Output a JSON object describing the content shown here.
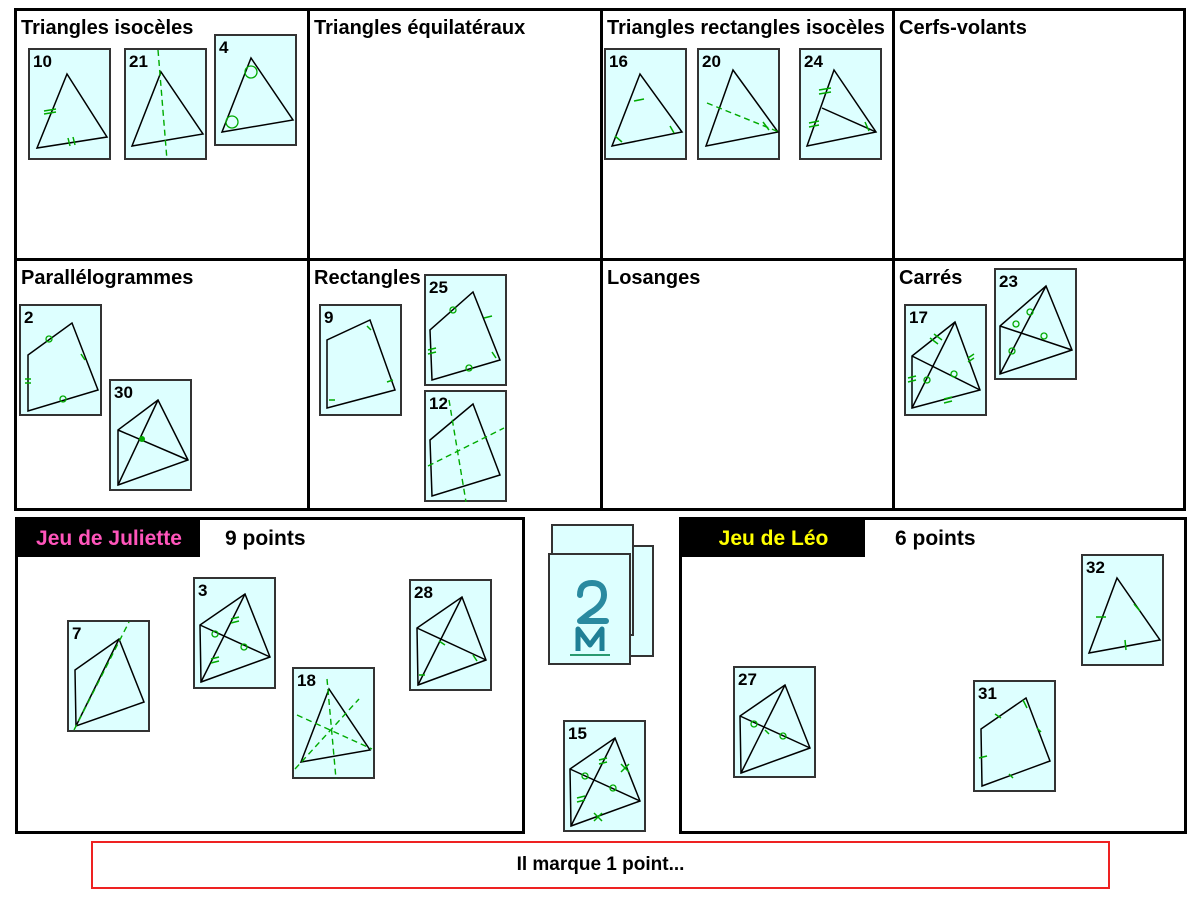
{
  "categories": [
    {
      "title": "Triangles isocèles",
      "cards": [
        "10",
        "21",
        "4"
      ]
    },
    {
      "title": "Triangles équilatéraux",
      "cards": []
    },
    {
      "title": "Triangles rectangles isocèles",
      "cards": [
        "16",
        "20",
        "24"
      ]
    },
    {
      "title": "Cerfs-volants",
      "cards": []
    },
    {
      "title": "Parallélogrammes",
      "cards": [
        "2",
        "30"
      ]
    },
    {
      "title": "Rectangles",
      "cards": [
        "9",
        "25",
        "12"
      ]
    },
    {
      "title": "Losanges",
      "cards": []
    },
    {
      "title": "Carrés",
      "cards": [
        "17",
        "23"
      ]
    }
  ],
  "players": [
    {
      "name": "Jeu de Juliette",
      "score": "9 points",
      "color": "#ff55bb",
      "cards": [
        "7",
        "3",
        "18",
        "28"
      ]
    },
    {
      "name": "Jeu de Léo",
      "score": "6 points",
      "color": "#ffff00",
      "cards": [
        "27",
        "31",
        "32"
      ]
    }
  ],
  "deck": {
    "logo_text": "2M",
    "current_card": "15"
  },
  "message": "Il marque 1 point...",
  "colors": {
    "card_bg": "#ddffff",
    "mark": "#00aa00"
  }
}
